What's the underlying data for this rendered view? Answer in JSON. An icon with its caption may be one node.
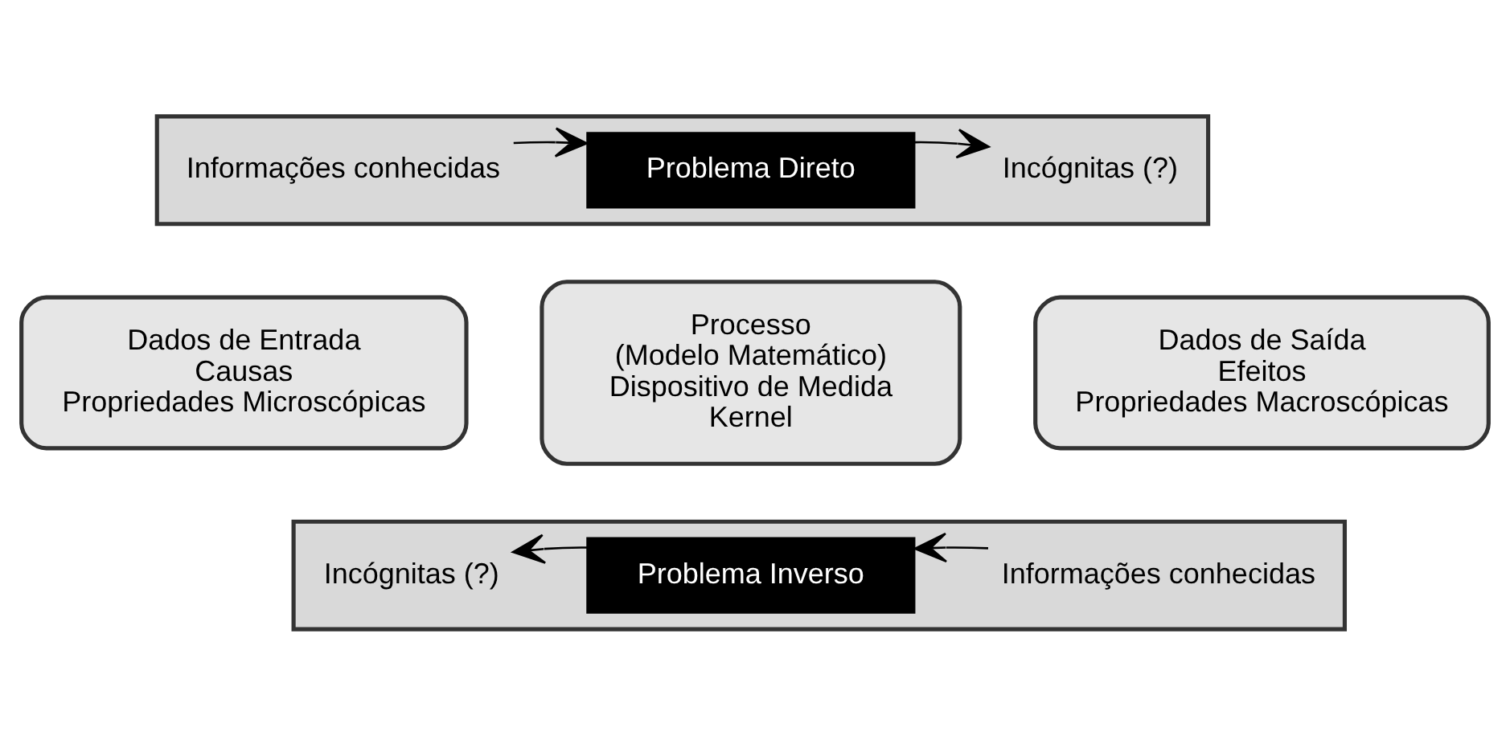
{
  "diagram": {
    "nodes": [
      {
        "text": [],
        "shape": "arrow"
      },
      {
        "text": [
          "Informações conhecidas"
        ],
        "in": 0
      },
      {
        "text": [
          "Problema Direto"
        ],
        "in": 0
      },
      {
        "text": [
          "Incógnitas (?)"
        ],
        "in": 0
      },
      {
        "text": [
          "Dados de Entrada",
          "Causas",
          "Propriedades Microscópicas"
        ]
      },
      {
        "text": [
          "Processo",
          "(Modelo Matemático)",
          "Dispositivo de Medida",
          "Kernel"
        ]
      },
      {
        "text": [
          "Dados de Saída",
          "Efeitos",
          "Propriedades Macroscópicas"
        ]
      },
      {
        "text": [],
        "shape": "arrow"
      },
      {
        "text": [
          "Incógnitas (?)"
        ],
        "in": 7
      },
      {
        "text": [
          "Problema Inverso"
        ],
        "in": 7
      },
      {
        "text": [
          "Informações conhecidas"
        ],
        "in": 7
      }
    ],
    "edges": [
      {
        "from": 1,
        "to": 2,
        "arrow": "to"
      },
      {
        "from": 2,
        "to": 3,
        "arrow": "to"
      },
      {
        "from": 10,
        "to": 9,
        "arrow": "to"
      },
      {
        "from": 9,
        "to": 8,
        "arrow": "to"
      }
    ]
  }
}
